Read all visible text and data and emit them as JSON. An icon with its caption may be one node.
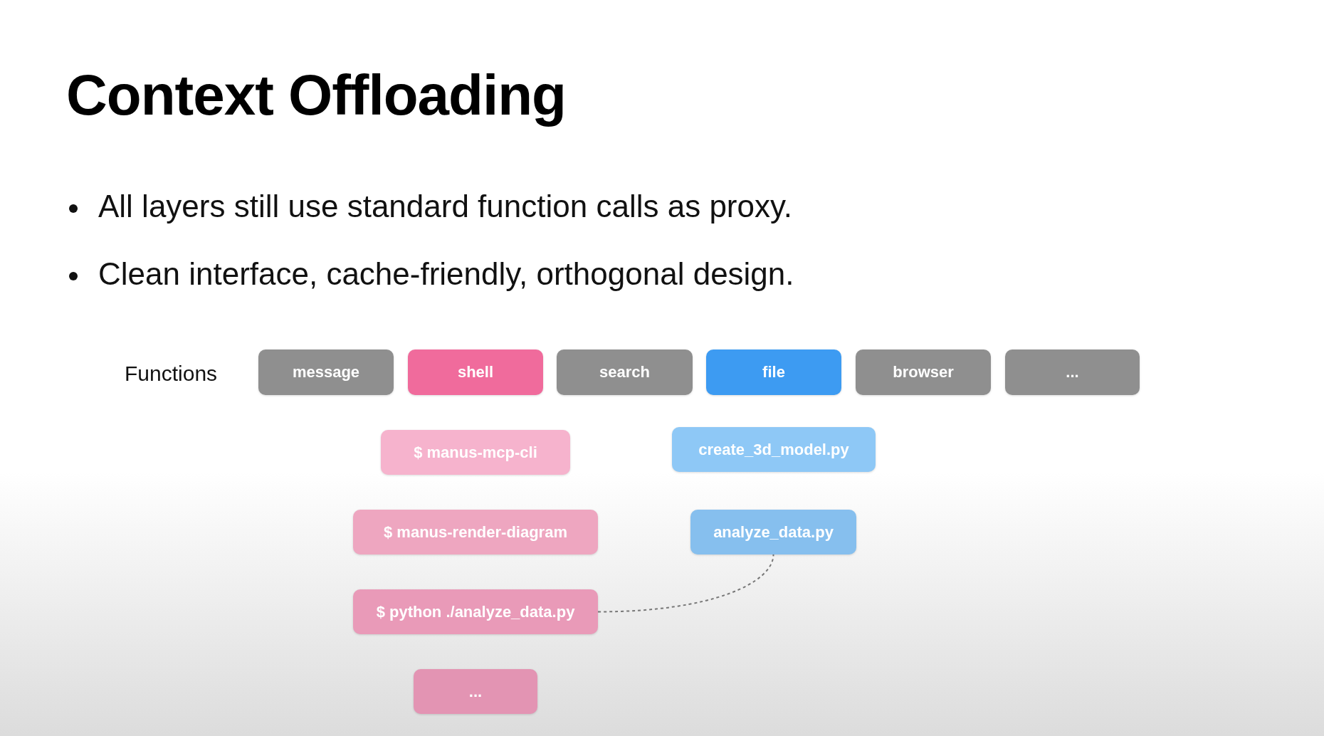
{
  "diagram": {
    "title": "Context Offloading",
    "nodes": [
      {
        "text": [
          "message"
        ]
      },
      {
        "text": [
          "shell"
        ]
      },
      {
        "text": [
          "search"
        ]
      },
      {
        "text": [
          "file"
        ]
      },
      {
        "text": [
          "browser"
        ]
      },
      {
        "text": [
          "..."
        ]
      },
      {
        "text": [
          "$ manus-mcp-cli"
        ]
      },
      {
        "text": [
          "create_3d_model.py"
        ]
      },
      {
        "text": [
          "$ manus-render-diagram"
        ]
      },
      {
        "text": [
          "analyze_data.py"
        ]
      },
      {
        "text": [
          "$ python ./analyze_data.py"
        ]
      },
      {
        "text": [
          "..."
        ]
      }
    ],
    "edges": [
      {
        "from": 10,
        "to": 9,
        "arrow": "none",
        "style": "dashed"
      }
    ],
    "labels": [
      "All layers still use standard function calls as proxy.",
      "Clean interface, cache-friendly, orthogonal design.",
      "Functions"
    ]
  }
}
